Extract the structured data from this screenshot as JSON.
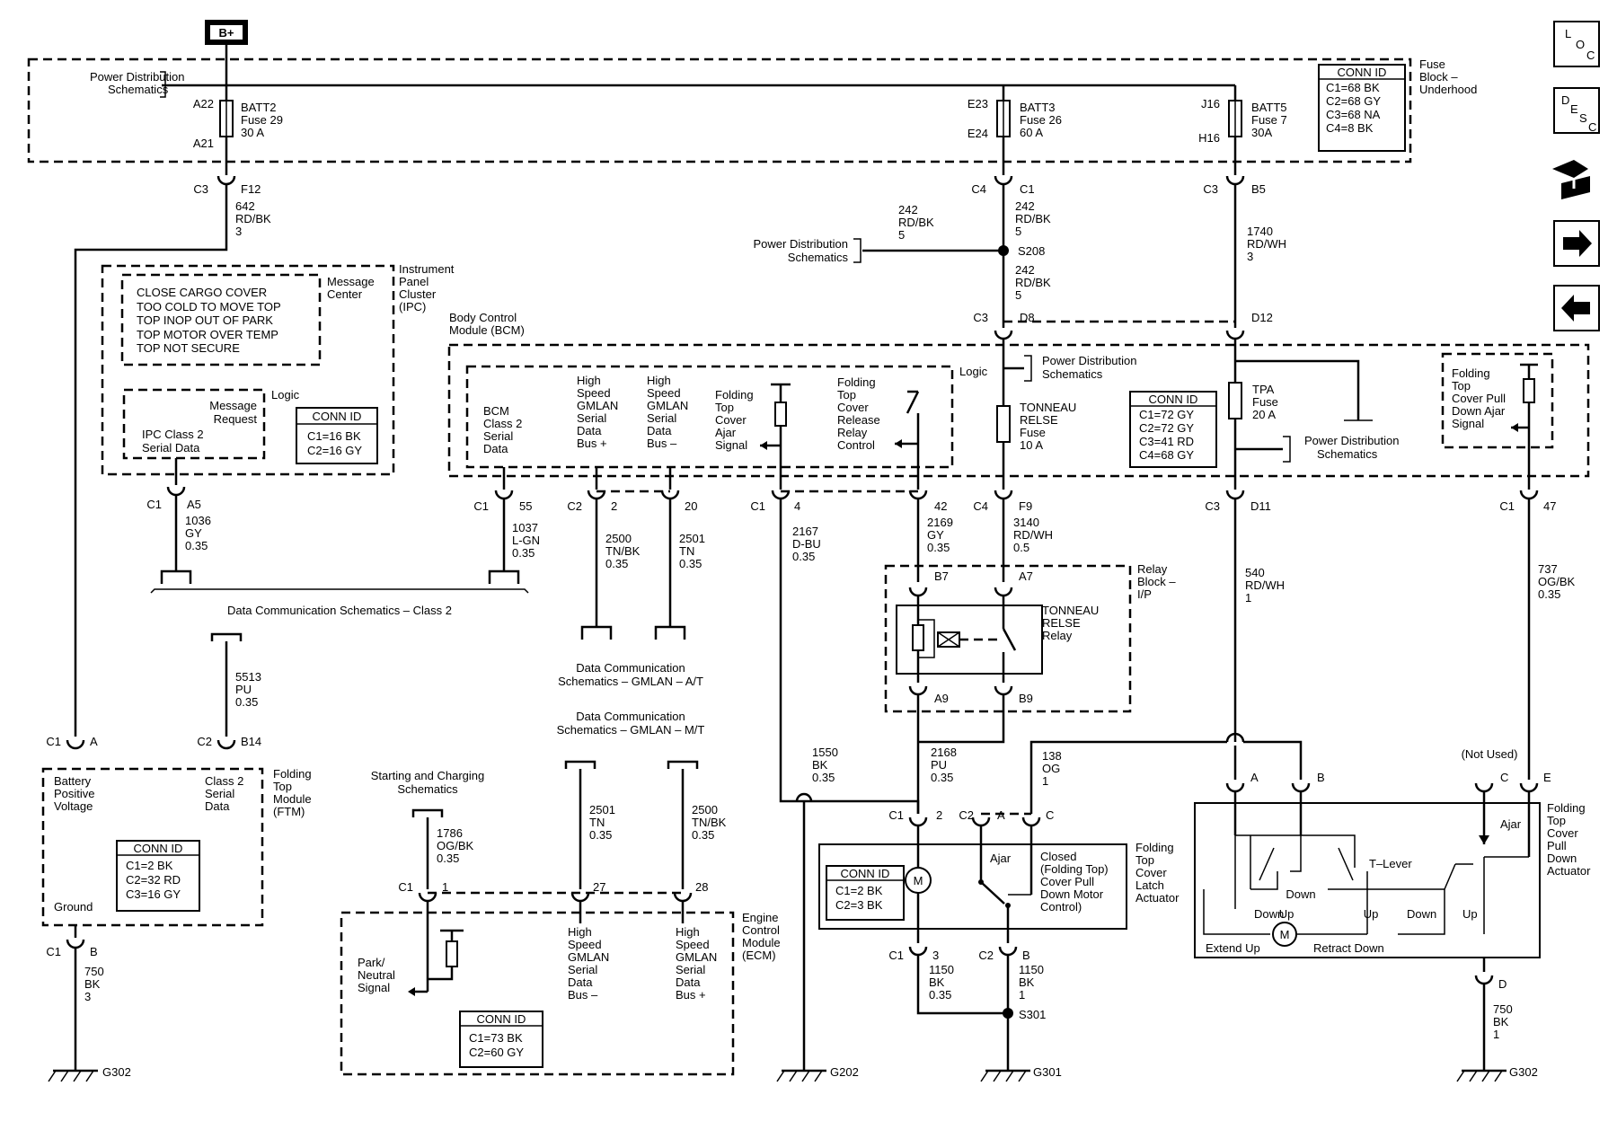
{
  "power": {
    "bplus": "B+"
  },
  "fuse_block": {
    "left_label_1": "Power Distribution",
    "left_label_2": "Schematics",
    "title_1": "Fuse",
    "title_2": "Block –",
    "title_3": "Underhood",
    "conn_id": {
      "title": "CONN ID",
      "lines": [
        "C1=68 BK",
        "C2=68 GY",
        "C3=68 NA",
        "C4=8 BK"
      ]
    },
    "fuses": [
      {
        "pin_top": "A22",
        "pin_bottom": "A21",
        "name": "BATT2",
        "fuse": "Fuse 29",
        "rating": "30 A"
      },
      {
        "pin_top": "E23",
        "pin_bottom": "E24",
        "name": "BATT3",
        "fuse": "Fuse 26",
        "rating": "60 A"
      },
      {
        "pin_top": "J16",
        "pin_bottom": "H16",
        "name": "BATT5",
        "fuse": "Fuse 7",
        "rating": "30A"
      }
    ]
  },
  "wires": {
    "w642": [
      "C3",
      "F12",
      "642",
      "RD/BK",
      "3"
    ],
    "w242a": [
      "C4",
      "C1",
      "242",
      "RD/BK",
      "5"
    ],
    "w242b": [
      "242",
      "RD/BK",
      "5"
    ],
    "w242c": [
      "242",
      "RD/BK",
      "5"
    ],
    "w1740": [
      "C3",
      "B5",
      "1740",
      "RD/WH",
      "3"
    ],
    "splice": "S208",
    "pd_left_1": "Power Distribution",
    "pd_left_2": "Schematics"
  },
  "ipc": {
    "title": [
      "Instrument",
      "Panel",
      "Cluster",
      "(IPC)"
    ],
    "message_center": [
      "Message",
      "Center"
    ],
    "messages": [
      "CLOSE CARGO COVER",
      "TOO COLD TO MOVE TOP",
      "TOP INOP OUT OF PARK",
      "TOP MOTOR OVER TEMP",
      "TOP NOT SECURE"
    ],
    "logic": "Logic",
    "message_request": [
      "Message",
      "Request"
    ],
    "serial": [
      "IPC Class 2",
      "Serial Data"
    ],
    "conn_id": {
      "title": "CONN ID",
      "lines": [
        "C1=16 BK",
        "C2=16 GY"
      ]
    },
    "pin": [
      "C1",
      "A5"
    ],
    "wire": [
      "1036",
      "GY",
      "0.35"
    ]
  },
  "bcm": {
    "title": [
      "Body Control",
      "Module (BCM)"
    ],
    "logic": "Logic",
    "pins_top": [
      "C3",
      "D8",
      "D12"
    ],
    "class2": [
      "BCM",
      "Class 2",
      "Serial",
      "Data"
    ],
    "gmlan_plus": [
      "High",
      "Speed",
      "GMLAN",
      "Serial",
      "Data",
      "Bus +"
    ],
    "gmlan_minus": [
      "High",
      "Speed",
      "GMLAN",
      "Serial",
      "Data",
      "Bus –"
    ],
    "ajar": [
      "Folding",
      "Top",
      "Cover",
      "Ajar",
      "Signal"
    ],
    "release": [
      "Folding",
      "Top",
      "Cover",
      "Release",
      "Relay",
      "Control"
    ],
    "pd": [
      "Power Distribution",
      "Schematics"
    ],
    "tonneau_fuse": [
      "TONNEAU",
      "RELSE",
      "Fuse",
      "10 A"
    ],
    "conn_id": {
      "title": "CONN ID",
      "lines": [
        "C1=72 GY",
        "C2=72 GY",
        "C3=41 RD",
        "C4=68 GY"
      ]
    },
    "tpa": [
      "TPA",
      "Fuse",
      "20 A"
    ],
    "pd2": [
      "Power Distribution",
      "Schematics"
    ],
    "pull_down": [
      "Folding",
      "Top",
      "Cover Pull",
      "Down Ajar",
      "Signal"
    ],
    "pins_bottom": [
      [
        "C1",
        "55"
      ],
      [
        "C2",
        "2"
      ],
      [
        "20"
      ],
      [
        "C1",
        "4"
      ],
      [
        "42"
      ],
      [
        "C4",
        "F9"
      ],
      [
        "C3",
        "D11"
      ],
      [
        "C1",
        "47"
      ]
    ]
  },
  "bcm_wires": {
    "w1037": [
      "1037",
      "L-GN",
      "0.35"
    ],
    "w2500a": [
      "2500",
      "TN/BK",
      "0.35"
    ],
    "w2501a": [
      "2501",
      "TN",
      "0.35"
    ],
    "w2167": [
      "2167",
      "D-BU",
      "0.35"
    ],
    "w2169": [
      "2169",
      "GY",
      "0.35"
    ],
    "w3140": [
      "3140",
      "RD/WH",
      "0.5"
    ],
    "w540": [
      "540",
      "RD/WH",
      "1"
    ],
    "w737": [
      "737",
      "OG/BK",
      "0.35"
    ]
  },
  "dc_class2": "Data Communication Schematics – Class 2",
  "dc_gmlan_at": [
    "Data Communication",
    "Schematics – GMLAN – A/T"
  ],
  "dc_gmlan_mt": [
    "Data Communication",
    "Schematics – GMLAN – M/T"
  ],
  "relay": {
    "block": [
      "Relay",
      "Block –",
      "I/P"
    ],
    "name": [
      "TONNEAU",
      "RELSE",
      "Relay"
    ],
    "pins": [
      "B7",
      "A7",
      "A9",
      "B9"
    ]
  },
  "w5513": [
    "5513",
    "PU",
    "0.35"
  ],
  "ftm": {
    "title": [
      "Folding",
      "Top",
      "Module",
      "(FTM)"
    ],
    "pins": [
      "C1",
      "A",
      "C2",
      "B14"
    ],
    "battery": [
      "Battery",
      "Positive",
      "Voltage"
    ],
    "class2": [
      "Class 2",
      "Serial",
      "Data"
    ],
    "conn_id": {
      "title": "CONN ID",
      "lines": [
        "C1=2 BK",
        "C2=32 RD",
        "C3=16 GY"
      ]
    },
    "ground": "Ground",
    "bottom_pin": [
      "C1",
      "B"
    ],
    "wire": [
      "750",
      "BK",
      "3"
    ],
    "gnd": "G302"
  },
  "ecm": {
    "title": [
      "Engine",
      "Control",
      "Module",
      "(ECM)"
    ],
    "starting": [
      "Starting and Charging",
      "Schematics"
    ],
    "w1786": [
      "1786",
      "OG/BK",
      "0.35"
    ],
    "w2501b": [
      "2501",
      "TN",
      "0.35"
    ],
    "w2500b": [
      "2500",
      "TN/BK",
      "0.35"
    ],
    "pins": [
      "C1",
      "1",
      "27",
      "28"
    ],
    "park": [
      "Park/",
      "Neutral",
      "Signal"
    ],
    "gmlan_minus": [
      "High",
      "Speed",
      "GMLAN",
      "Serial",
      "Data",
      "Bus –"
    ],
    "gmlan_plus": [
      "High",
      "Speed",
      "GMLAN",
      "Serial",
      "Data",
      "Bus +"
    ],
    "conn_id": {
      "title": "CONN ID",
      "lines": [
        "C1=73 BK",
        "C2=60 GY"
      ]
    }
  },
  "latch": {
    "title": [
      "Folding",
      "Top",
      "Cover",
      "Latch",
      "Actuator"
    ],
    "w1550": [
      "1550",
      "BK",
      "0.35"
    ],
    "w2168": [
      "2168",
      "PU",
      "0.35"
    ],
    "w138": [
      "138",
      "OG",
      "1"
    ],
    "pins": [
      "C1",
      "2",
      "C2",
      "A",
      "C"
    ],
    "ajar": "Ajar",
    "closed": [
      "Closed",
      "(Folding Top)",
      "Cover Pull",
      "Down Motor",
      "Control)"
    ],
    "motor": "M",
    "conn_id": {
      "title": "CONN ID",
      "lines": [
        "C1=2 BK",
        "C2=3 BK"
      ]
    },
    "bottom_pins": [
      "C1",
      "3",
      "C2",
      "B"
    ],
    "w1150a": [
      "1150",
      "BK",
      "0.35"
    ],
    "w1150b": [
      "1150",
      "BK",
      "1"
    ],
    "splice": "S301",
    "gnd_left": "G202",
    "gnd_right": "G301"
  },
  "pulldown": {
    "title": [
      "Folding",
      "Top",
      "Cover",
      "Pull",
      "Down",
      "Actuator"
    ],
    "not_used": "(Not Used)",
    "pins": [
      "A",
      "B",
      "C",
      "E"
    ],
    "ajar": "Ajar",
    "t_lever": "T–Lever",
    "labels": [
      "Up",
      "Down",
      "Up",
      "Down",
      "Up",
      "Down"
    ],
    "extend": "Extend Up",
    "retract": "Retract Down",
    "motor": "M",
    "bottom_pin": "D",
    "wire": [
      "750",
      "BK",
      "1"
    ],
    "gnd": "G302"
  },
  "side_icons": [
    {
      "name": "loc-icon",
      "letters": [
        "L",
        "O",
        "C"
      ]
    },
    {
      "name": "desc-icon",
      "letters": [
        "D",
        "E",
        "S",
        "C"
      ]
    },
    {
      "name": "connector-icon"
    },
    {
      "name": "arrow-right-icon"
    },
    {
      "name": "arrow-left-icon"
    }
  ]
}
